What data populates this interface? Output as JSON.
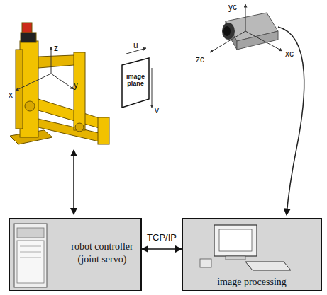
{
  "diagram": {
    "nodes": [
      {
        "text": [
          "robot controller (joint servo)"
        ]
      },
      {
        "text": [
          "image processing"
        ]
      }
    ],
    "edges": [
      {
        "from": 0,
        "to": 1,
        "label": "TCP/IP",
        "arrow": "both"
      }
    ],
    "labels": [
      "z",
      "x",
      "y",
      "u",
      "image plane",
      "v",
      "yc",
      "xc",
      "zc"
    ]
  }
}
